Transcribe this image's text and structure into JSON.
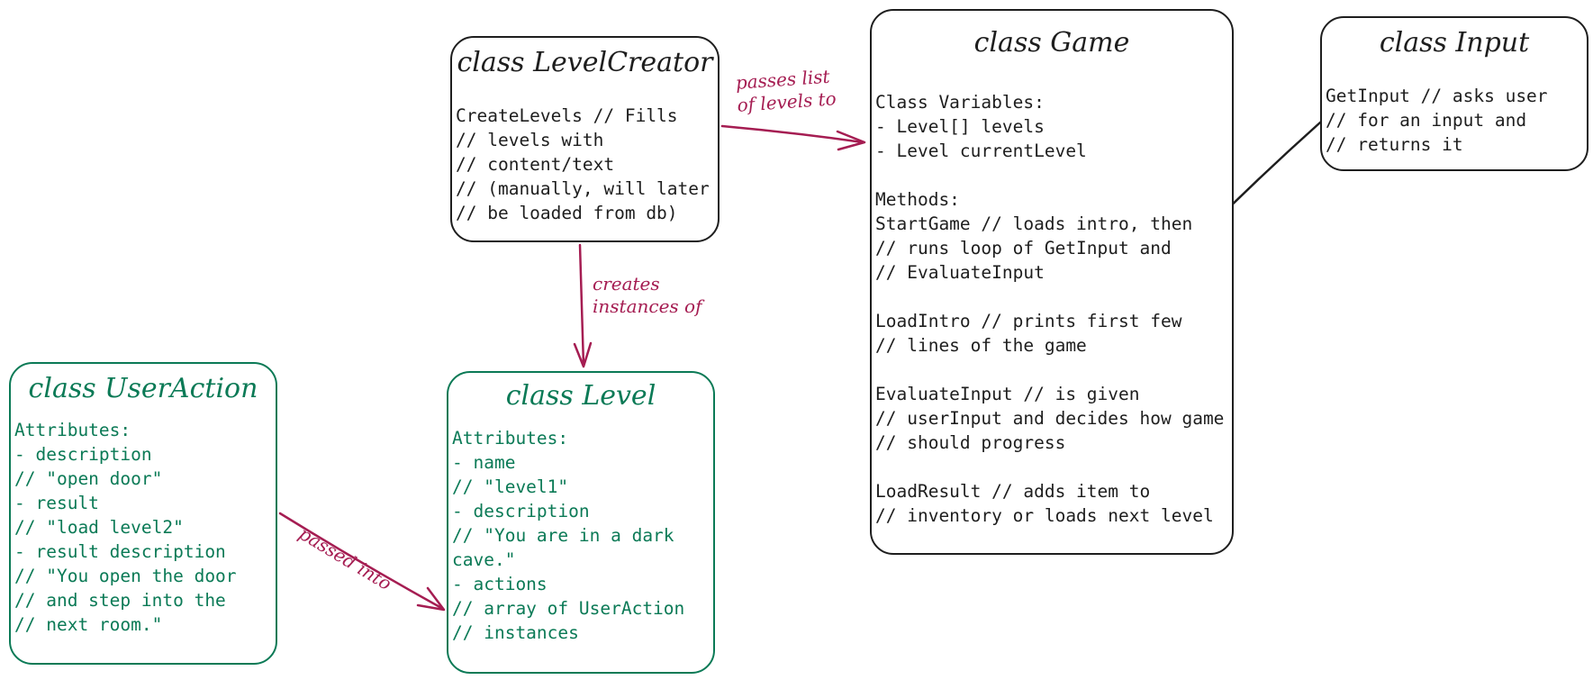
{
  "boxes": {
    "level_creator": {
      "title": "class LevelCreator",
      "body": "CreateLevels // Fills\n// levels with\n// content/text\n// (manually, will later\n// be loaded from db)"
    },
    "game": {
      "title": "class Game",
      "body": "Class Variables:\n- Level[] levels\n- Level currentLevel\n\nMethods:\nStartGame // loads intro, then\n// runs loop of GetInput and\n// EvaluateInput\n\nLoadIntro // prints first few\n// lines of the game\n\nEvaluateInput // is given\n// userInput and decides how game\n// should progress\n\nLoadResult // adds item to\n// inventory or loads next level"
    },
    "input": {
      "title": "class Input",
      "body": "GetInput // asks user\n// for an input and\n// returns it"
    },
    "user_action": {
      "title": "class UserAction",
      "body": "Attributes:\n- description\n// \"open door\"\n- result\n// \"load level2\"\n- result description\n// \"You open the door\n// and step into the\n// next room.\""
    },
    "level": {
      "title": "class Level",
      "body": "Attributes:\n- name\n// \"level1\"\n- description\n// \"You are in a dark\ncave.\"\n- actions\n// array of UserAction\n// instances"
    }
  },
  "edges": {
    "creator_to_game": "passes list\nof levels to",
    "creator_to_level": "creates\ninstances of",
    "action_to_level": "passed into"
  },
  "colors": {
    "ink": "#1e1e1e",
    "green": "#0b7a56",
    "arrow": "#a51d52"
  }
}
